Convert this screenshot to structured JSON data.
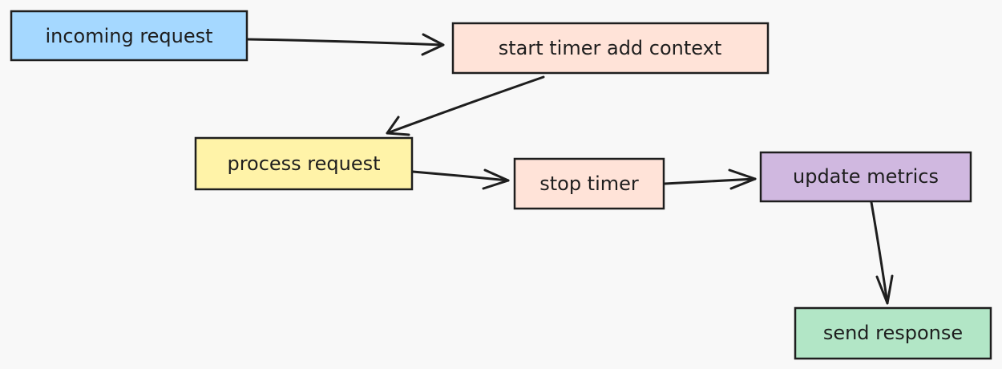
{
  "diagram": {
    "type": "flowchart",
    "style": "hand-drawn",
    "background_color": "#f8f8f8",
    "nodes": [
      {
        "id": "incoming",
        "label": "incoming request",
        "color": "#a5d8ff"
      },
      {
        "id": "start",
        "label": "start timer add context",
        "color": "#ffe3d8"
      },
      {
        "id": "process",
        "label": "process request",
        "color": "#fff3a8"
      },
      {
        "id": "stop",
        "label": "stop timer",
        "color": "#ffe3d8"
      },
      {
        "id": "update",
        "label": "update metrics",
        "color": "#d0b8e0"
      },
      {
        "id": "send",
        "label": "send response",
        "color": "#b2e6c6"
      }
    ],
    "edges": [
      {
        "from": "incoming",
        "to": "start"
      },
      {
        "from": "start",
        "to": "process"
      },
      {
        "from": "process",
        "to": "stop"
      },
      {
        "from": "stop",
        "to": "update"
      },
      {
        "from": "update",
        "to": "send"
      }
    ]
  }
}
